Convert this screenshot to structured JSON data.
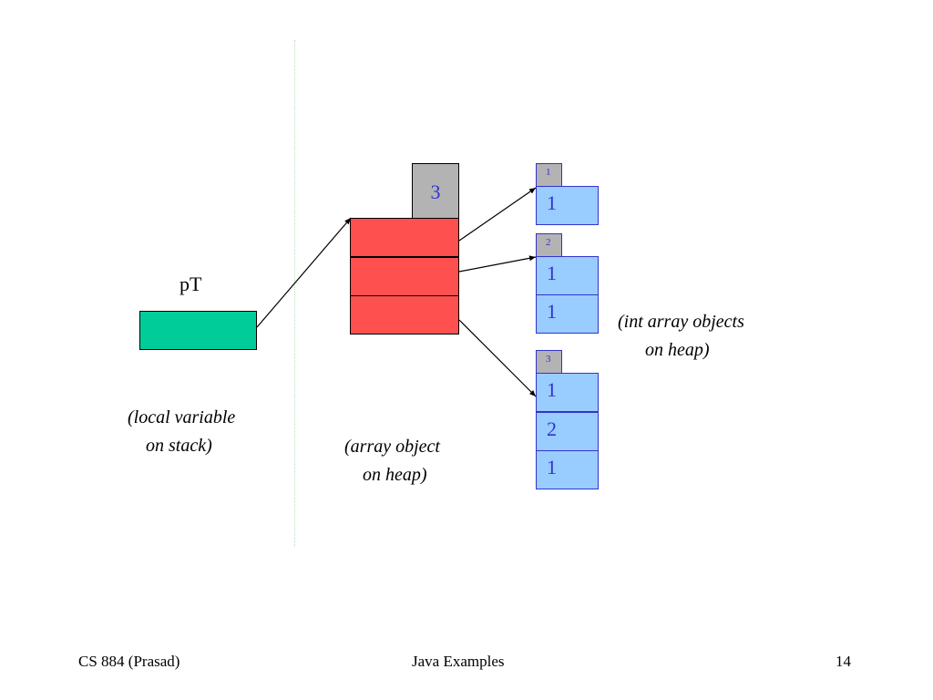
{
  "slide": {
    "var_name": "pT",
    "array_length": "3",
    "local_caption": "(local variable\n    on stack)",
    "array_caption": "(array object\n    on heap)",
    "int_caption": "(int array objects\n      on heap)"
  },
  "int_arrays": [
    {
      "length": "1",
      "values": [
        "1"
      ]
    },
    {
      "length": "2",
      "values": [
        "1",
        "1"
      ]
    },
    {
      "length": "3",
      "values": [
        "1",
        "2",
        "1"
      ]
    }
  ],
  "footer": {
    "left": "CS 884 (Prasad)",
    "center": "Java Examples",
    "page": "14"
  },
  "colors": {
    "local_var_fill": "#00cc99",
    "array_cell_fill": "#ff5050",
    "length_fill": "#b3b3b3",
    "int_cell_fill": "#99ccff",
    "int_text": "#3333cc"
  }
}
